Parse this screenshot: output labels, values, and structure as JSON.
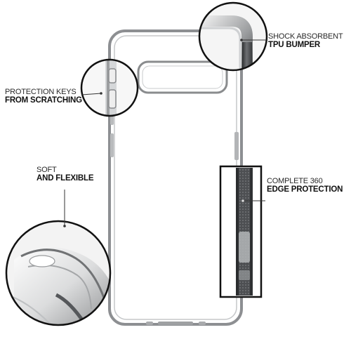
{
  "callouts": {
    "shock_absorbent": {
      "line1": "SHOCK ABSORBENT",
      "line2": "TPU BUMPER"
    },
    "protection_keys": {
      "line1": "PROTECTION KEYS",
      "line2": "FROM SCRATCHING"
    },
    "soft_flexible": {
      "line1": "SOFT",
      "line2": "AND FLEXIBLE"
    },
    "edge_protection": {
      "line1": "COMPLETE 360",
      "line2": "EDGE PROTECTION"
    }
  },
  "colors": {
    "background": "#ffffff",
    "case_outline": "#8d8f92",
    "case_edge_dark": "#4a4c4f",
    "text": "#1b1b1b"
  }
}
